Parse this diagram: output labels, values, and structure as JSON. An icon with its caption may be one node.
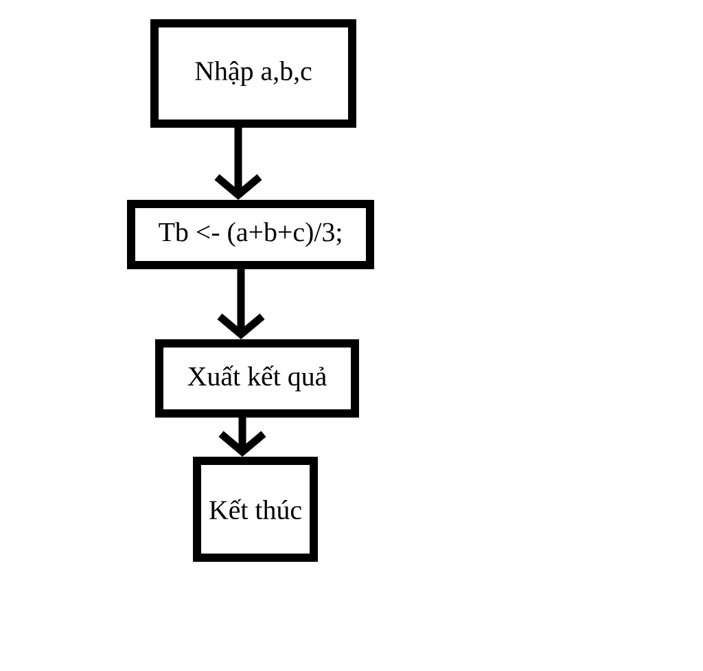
{
  "diagram": {
    "nodes": [
      {
        "text": [
          "Nhập a,b,c"
        ]
      },
      {
        "text": [
          "Tb <- (a+b+c)/3;"
        ]
      },
      {
        "text": [
          "Xuất kết quả"
        ]
      },
      {
        "text": [
          "Kết thúc"
        ]
      }
    ],
    "edges": [
      {
        "from": 0,
        "to": 1,
        "arrow": "to"
      },
      {
        "from": 1,
        "to": 2,
        "arrow": "to"
      },
      {
        "from": 2,
        "to": 3,
        "arrow": "to"
      }
    ]
  }
}
